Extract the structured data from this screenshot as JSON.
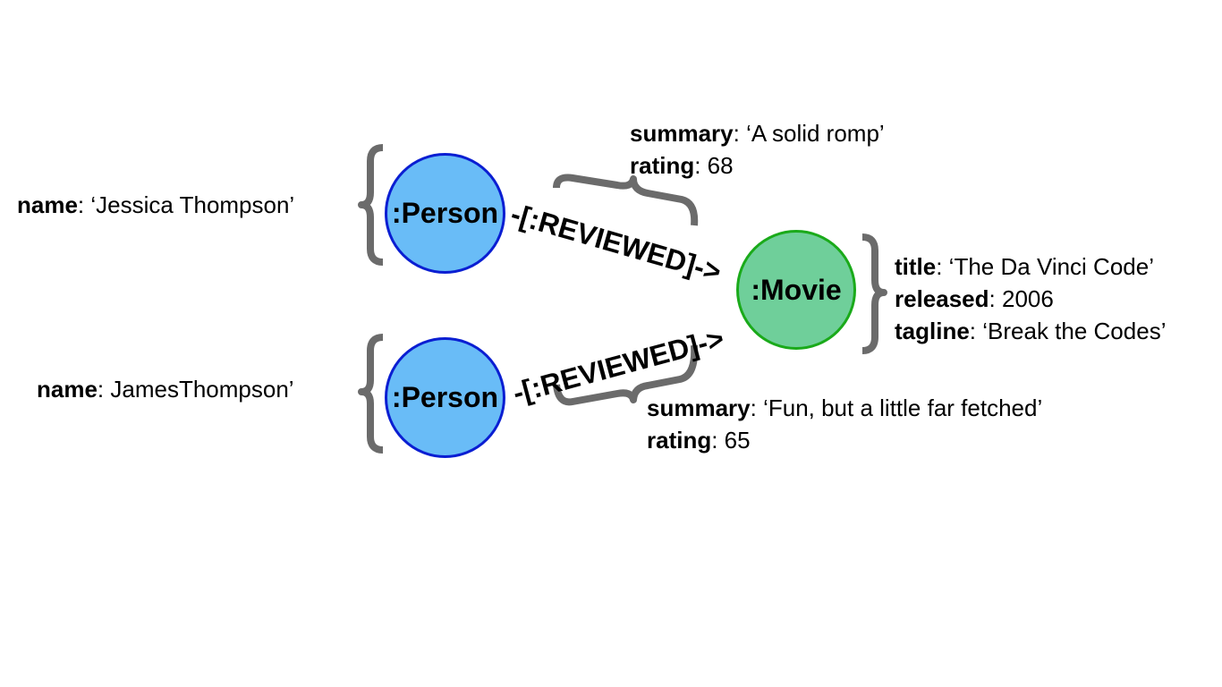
{
  "nodes": {
    "person1": {
      "label": ":Person",
      "fill": "#69bcf7",
      "stroke": "#0a1ed2"
    },
    "person2": {
      "label": ":Person",
      "fill": "#69bcf7",
      "stroke": "#0a1ed2"
    },
    "movie": {
      "label": ":Movie",
      "fill": "#6fcf9a",
      "stroke": "#1aaa1a"
    }
  },
  "relationships": {
    "rel1": {
      "label": "-[:REVIEWED]->"
    },
    "rel2": {
      "label": "-[:REVIEWED]->"
    }
  },
  "properties": {
    "person1": [
      {
        "key": "name",
        "value": ": ‘Jessica Thompson’"
      }
    ],
    "person2": [
      {
        "key": "name",
        "value": ": JamesThompson’"
      }
    ],
    "movie": [
      {
        "key": "title",
        "value": ": ‘The Da Vinci Code’"
      },
      {
        "key": "released",
        "value": ": 2006"
      },
      {
        "key": "tagline",
        "value": ": ‘Break the Codes’"
      }
    ],
    "rel1": [
      {
        "key": "summary",
        "value": ": ‘A solid romp’"
      },
      {
        "key": "rating",
        "value": ": 68"
      }
    ],
    "rel2": [
      {
        "key": "summary",
        "value": ": ‘Fun, but a little far fetched’"
      },
      {
        "key": "rating",
        "value": ": 65"
      }
    ]
  },
  "colors": {
    "brace": "#6b6b6b"
  }
}
